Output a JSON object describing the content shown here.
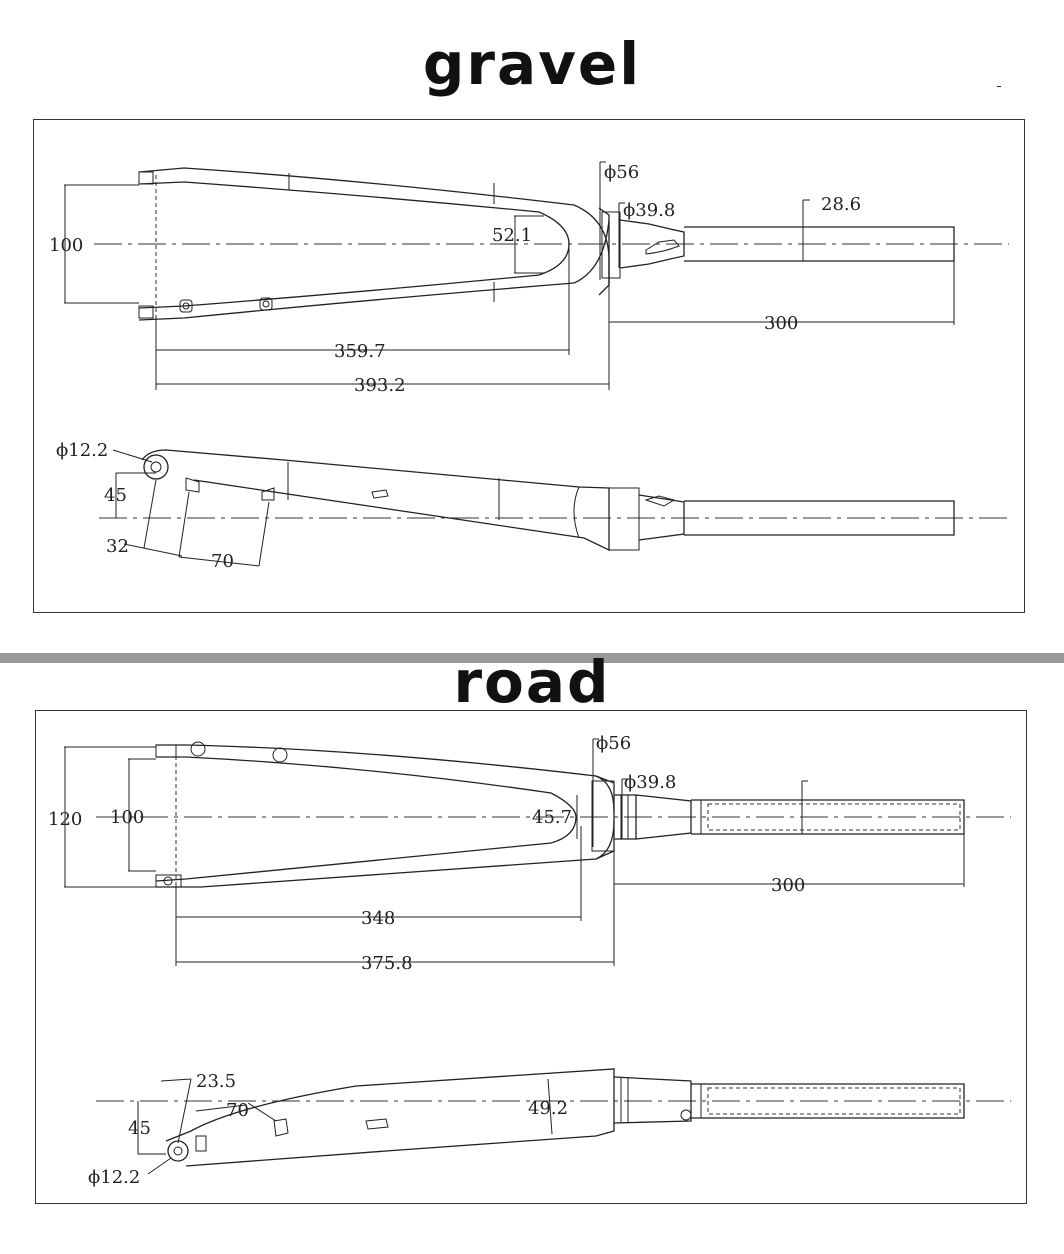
{
  "gravel": {
    "title": "gravel",
    "dims": {
      "steerer_base_dia": "ϕ56",
      "steerer_top_dia": "ϕ39.8",
      "steerer_dia": "28.6",
      "axle_spacing": "100",
      "crown_clearance": "52.1",
      "steerer_length": "300",
      "axle_to_crown": "359.7",
      "axle_to_crown_race": "393.2",
      "dropout_dia": "ϕ12.2",
      "offset": "45",
      "mount_spacing_a": "32",
      "mount_spacing_b": "70"
    }
  },
  "road": {
    "title": "road",
    "dims": {
      "steerer_base_dia": "ϕ56",
      "steerer_top_dia": "ϕ39.8",
      "outer_width": "120",
      "axle_spacing": "100",
      "crown_clearance": "45.7",
      "steerer_length": "300",
      "axle_to_crown": "348",
      "axle_to_crown_race": "375.8",
      "mount_spacing_a": "23.5",
      "mount_spacing_b": "70",
      "offset": "45",
      "blade_depth": "49.2",
      "dropout_dia": "ϕ12.2"
    }
  }
}
